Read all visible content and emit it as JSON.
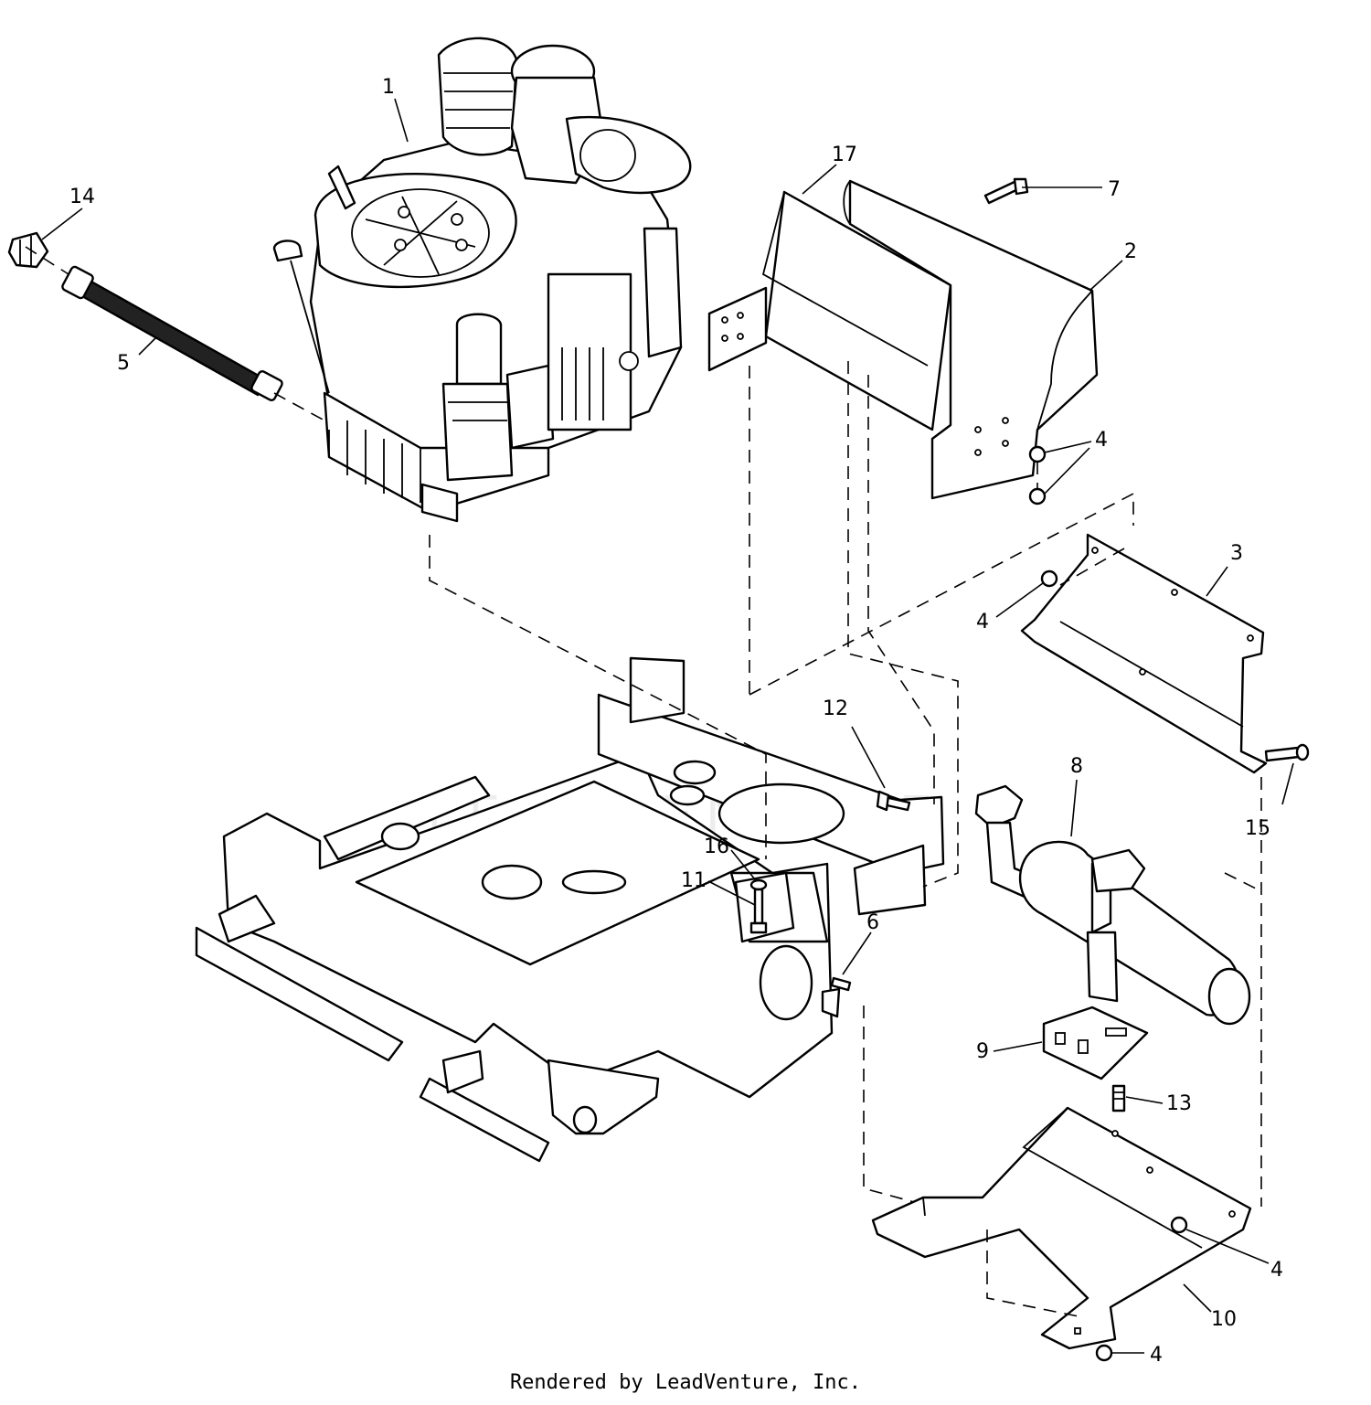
{
  "diagram": {
    "callouts": [
      {
        "id": "c1",
        "label": "1"
      },
      {
        "id": "c2",
        "label": "2"
      },
      {
        "id": "c3",
        "label": "3"
      },
      {
        "id": "c4a",
        "label": "4"
      },
      {
        "id": "c4b",
        "label": "4"
      },
      {
        "id": "c4c",
        "label": "4"
      },
      {
        "id": "c4d",
        "label": "4"
      },
      {
        "id": "c5",
        "label": "5"
      },
      {
        "id": "c6",
        "label": "6"
      },
      {
        "id": "c7",
        "label": "7"
      },
      {
        "id": "c8",
        "label": "8"
      },
      {
        "id": "c9",
        "label": "9"
      },
      {
        "id": "c10",
        "label": "10"
      },
      {
        "id": "c11",
        "label": "11"
      },
      {
        "id": "c12",
        "label": "12"
      },
      {
        "id": "c13",
        "label": "13"
      },
      {
        "id": "c14",
        "label": "14"
      },
      {
        "id": "c15",
        "label": "15"
      },
      {
        "id": "c16",
        "label": "16"
      },
      {
        "id": "c17",
        "label": "17"
      }
    ]
  },
  "watermark": "LEADVENTURE",
  "footer": "Rendered by LeadVenture, Inc."
}
